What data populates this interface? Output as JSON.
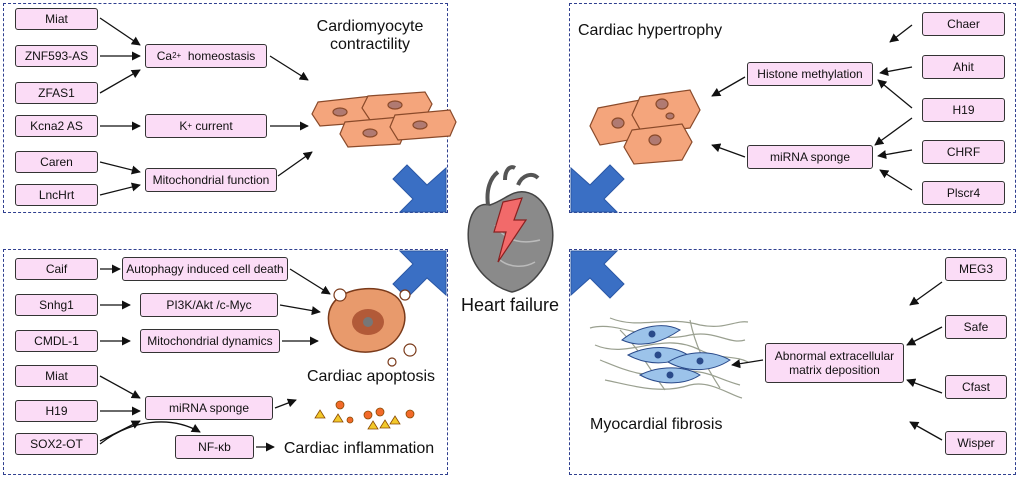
{
  "cardio": {
    "title_line1": "Cardiomyocyte",
    "title_line2": "contractility",
    "genes": [
      "Miat",
      "ZNF593-AS",
      "ZFAS1",
      "Kcna2 AS",
      "Caren",
      "LncHrt"
    ],
    "mechanisms": {
      "ca_prefix": "Ca",
      "ca_sup": "2+",
      "ca_suffix": "  homeostasis",
      "k_prefix": "K",
      "k_sup": "+",
      "k_suffix": " current",
      "mito": "Mitochondrial function"
    }
  },
  "hypertrophy": {
    "title": "Cardiac hypertrophy",
    "genes": [
      "Chaer",
      "Ahit",
      "H19",
      "CHRF",
      "Plscr4"
    ],
    "mechanisms": [
      "Histone methylation",
      "miRNA sponge"
    ]
  },
  "apoptosis": {
    "genes": [
      "Caif",
      "Snhg1",
      "CMDL-1",
      "Miat",
      "H19",
      "SOX2-OT"
    ],
    "mechanisms": [
      "Autophagy induced cell death",
      "PI3K/Akt /c-Myc",
      "Mitochondrial dynamics",
      "miRNA sponge",
      "NF-κb"
    ],
    "label_apoptosis": "Cardiac apoptosis",
    "label_inflammation": "Cardiac inflammation"
  },
  "fibrosis": {
    "title": "Myocardial fibrosis",
    "genes": [
      "MEG3",
      "Safe",
      "Cfast",
      "Wisper"
    ],
    "mechanism_line1": "Abnormal extracellular",
    "mechanism_line2": "matrix deposition"
  },
  "center": {
    "label": "Heart failure"
  },
  "colors": {
    "box_fill": "#fbdcf6",
    "panel_border": "#2f3f8f",
    "center_arrow": "#3a6fc4",
    "cell_fill": "#f4a57c",
    "nucleus": "#b07a72",
    "fibro_cell": "#9cc3ea",
    "lightning": "#f26a6a"
  }
}
